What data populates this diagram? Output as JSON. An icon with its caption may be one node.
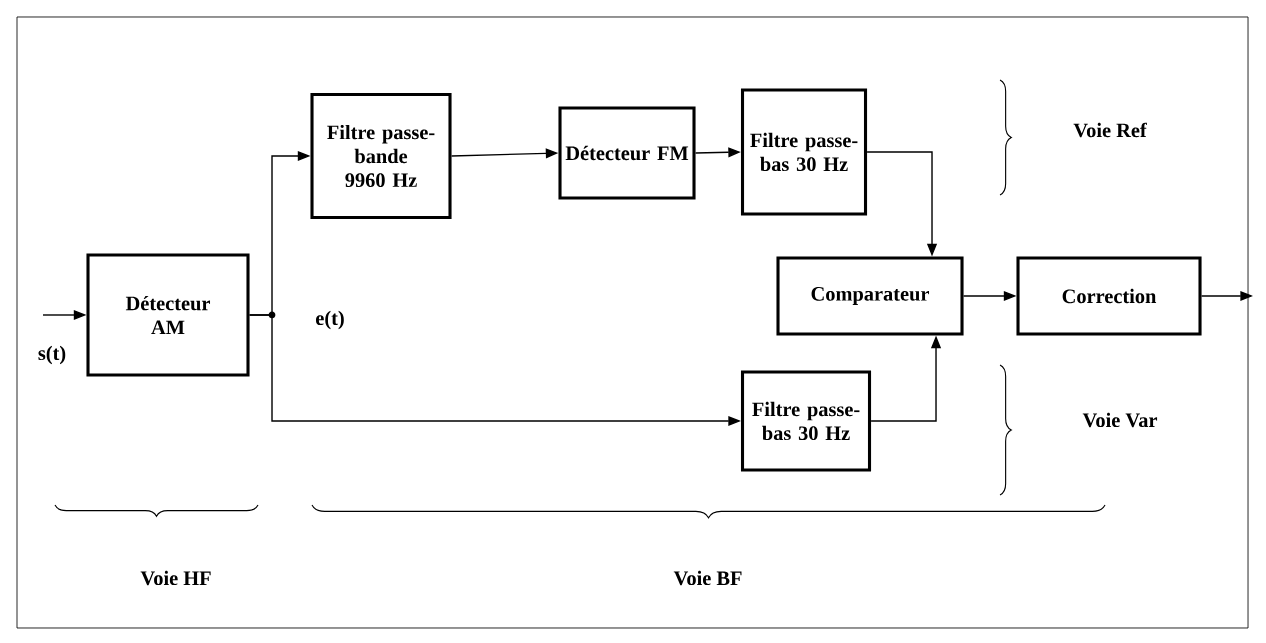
{
  "diagram": {
    "nodes": [
      {
        "text": [
          "Détecteur AM"
        ]
      },
      {
        "text": [
          "Filtre passe-bande 9960 Hz"
        ]
      },
      {
        "text": [
          "Détecteur FM"
        ]
      },
      {
        "text": [
          "Filtre passe-bas 30 Hz"
        ]
      },
      {
        "text": [
          "Comparateur"
        ]
      },
      {
        "text": [
          "Correction"
        ]
      },
      {
        "text": [
          "Filtre passe-bas 30 Hz"
        ]
      }
    ],
    "edges": [
      {
        "from": null,
        "to": 0,
        "arrow": "to"
      },
      {
        "from": 0,
        "to": 1,
        "arrow": "to"
      },
      {
        "from": 0,
        "to": 6,
        "arrow": "to"
      },
      {
        "from": 1,
        "to": 2,
        "arrow": "to"
      },
      {
        "from": 2,
        "to": 3,
        "arrow": "to"
      },
      {
        "from": 3,
        "to": 4,
        "arrow": "to"
      },
      {
        "from": 6,
        "to": 4,
        "arrow": "to"
      },
      {
        "from": 4,
        "to": 5,
        "arrow": "to"
      },
      {
        "from": 5,
        "to": null,
        "arrow": "to"
      }
    ],
    "labels": [
      "Voie Ref",
      "s(t)",
      "e(t)",
      "Voie Var",
      "Voie HF",
      "Voie BF"
    ]
  }
}
